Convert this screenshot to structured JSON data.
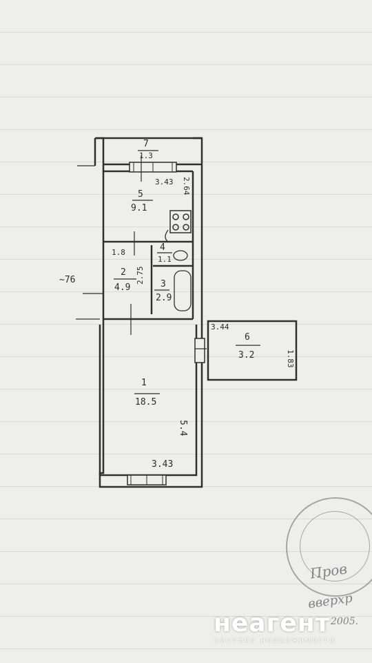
{
  "rooms": [
    {
      "number": "1",
      "area": "18.5"
    },
    {
      "number": "2",
      "area": "4.9"
    },
    {
      "number": "3",
      "area": "2.9"
    },
    {
      "number": "4",
      "area": "1.1"
    },
    {
      "number": "5",
      "area": "9.1"
    },
    {
      "number": "6",
      "area": "3.2"
    },
    {
      "number": "7",
      "area": "1.3"
    }
  ],
  "dimensions": {
    "kitchen_width": "3.43",
    "kitchen_depth": "2.64",
    "hall_width": "1.8",
    "hall_depth": "2.75",
    "room_depth": "5.4",
    "room_width": "3.43",
    "balcony_width": "3.44",
    "balcony_depth": "1.83"
  },
  "margin_note": "~76",
  "handwriting": [
    "Пров",
    "вверхр",
    "2005."
  ],
  "watermark": {
    "logo": "неагент",
    "tagline": "система недвижимости"
  }
}
